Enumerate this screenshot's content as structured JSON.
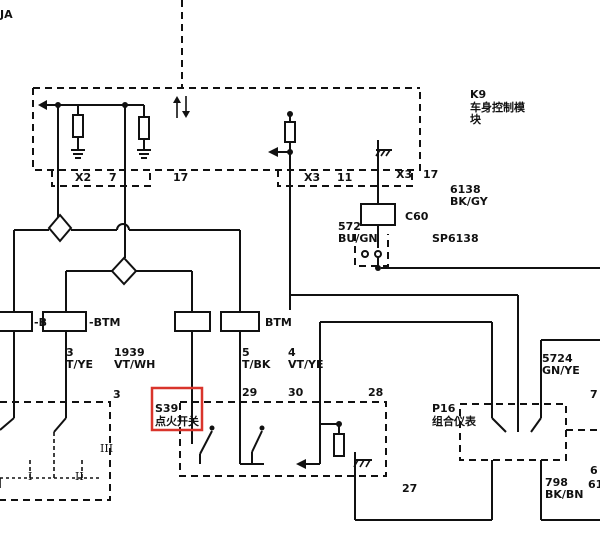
{
  "corner_text": "JA",
  "k9": {
    "id": "K9",
    "name_line1": "车身控制模",
    "name_line2": "块",
    "pin_x2": "X2",
    "pin_7": "7",
    "pin_17a": "17",
    "pin_x3a": "X3",
    "pin_11": "11",
    "pin_x3b": "X3",
    "pin_17b": "17"
  },
  "c60": {
    "id": "C60",
    "wire_6138": "6138",
    "color_6138": "BK/GY",
    "wire_572": "572",
    "color_572": "BU/GN",
    "splice": "SP6138"
  },
  "connectors": {
    "btm_left": "-BTM",
    "btm_right": "BTM",
    "left_prefix": "-B"
  },
  "wires": {
    "w3": "3",
    "c_vtye": "T/YE",
    "w1939": "1939",
    "c_vtwh": "VT/WH",
    "w5": "5",
    "c_vtbk": "T/BK",
    "w4": "4",
    "c_vtye2": "VT/YE",
    "w5724": "5724",
    "c_gnye": "GN/YE",
    "w798": "798",
    "c_bkbn": "BK/BN",
    "w6": "6",
    "w61": "61",
    "w7": "7"
  },
  "s39": {
    "id": "S39",
    "name": "点火开关",
    "pin_29": "29",
    "pin_30": "30",
    "pin_28": "28",
    "pin_27": "27"
  },
  "p16": {
    "id": "P16",
    "name": "组合仪表"
  },
  "left_module": {
    "pin_3": "3",
    "roman_iii": "III",
    "roman_i": "I",
    "roman_ii": "II"
  },
  "colors": {
    "ink": "#111111",
    "highlight": "#d9342b"
  }
}
